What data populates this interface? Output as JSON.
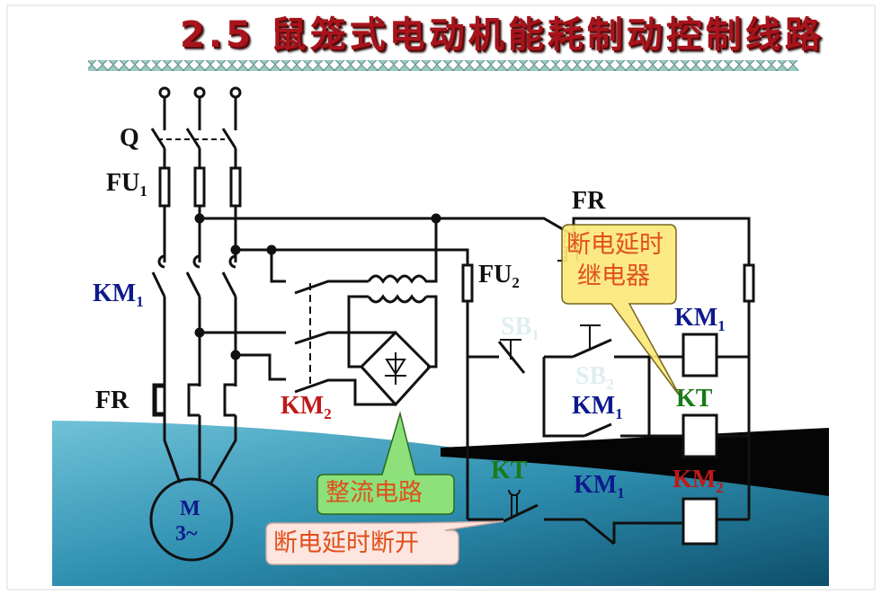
{
  "title": "2.5 鼠笼式电动机能耗制动控制线路",
  "labels": {
    "q": "Q",
    "fu1": "FU",
    "fu1_sub": "1",
    "km1_main": "KM",
    "km1_main_sub": "1",
    "fr_main": "FR",
    "km2_main": "KM",
    "km2_main_sub": "2",
    "motor_line1": "M",
    "motor_line2": "3~",
    "fu2": "FU",
    "fu2_sub": "2",
    "fr_ctrl": "FR",
    "sb1": "SB",
    "sb1_sub": "1",
    "sb2": "SB",
    "sb2_sub": "2",
    "km1_coil": "KM",
    "km1_coil_sub": "1",
    "km1_contact": "KM",
    "km1_contact_sub": "1",
    "kt_coil": "KT",
    "kt_contact": "KT",
    "km1_nc": "KM",
    "km1_nc_sub": "1",
    "km2_coil": "KM",
    "km2_coil_sub": "2"
  },
  "callouts": {
    "time_relay": [
      "断电延时",
      "继电器"
    ],
    "rectifier": "整流电路",
    "delay_open": "断电延时断开"
  },
  "colors": {
    "title": "#a8141c",
    "blue_label": "#0d1a8c",
    "red_label": "#c01818",
    "green_label": "#1a7a1a",
    "callout_yellow": "#fbe97a",
    "callout_green": "#8de07a",
    "callout_pink": "#fde6e0",
    "callout_text": "#e0501c"
  }
}
